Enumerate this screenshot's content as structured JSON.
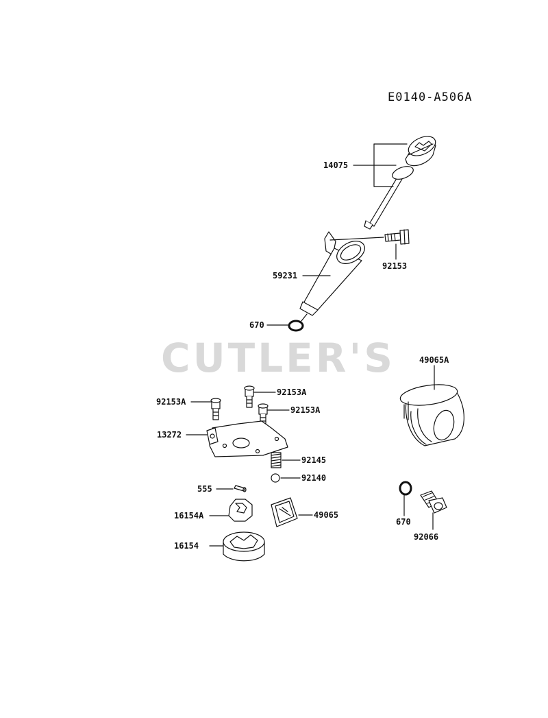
{
  "diagram_code": "E0140-A506A",
  "watermark": "CUTLER'S",
  "labels": {
    "p14075": "14075",
    "p92153_top": "92153",
    "p59231": "59231",
    "p670_top": "670",
    "p49065A": "49065A",
    "p92153A_a": "92153A",
    "p92153A_b": "92153A",
    "p92153A_c": "92153A",
    "p13272": "13272",
    "p92145": "92145",
    "p92140": "92140",
    "p555": "555",
    "p16154A": "16154A",
    "p49065": "49065",
    "p16154": "16154",
    "p670_bottom": "670",
    "p92066": "92066"
  },
  "colors": {
    "line": "#111111",
    "watermark": "#d9d9d9",
    "part_fill": "#ffffff"
  }
}
